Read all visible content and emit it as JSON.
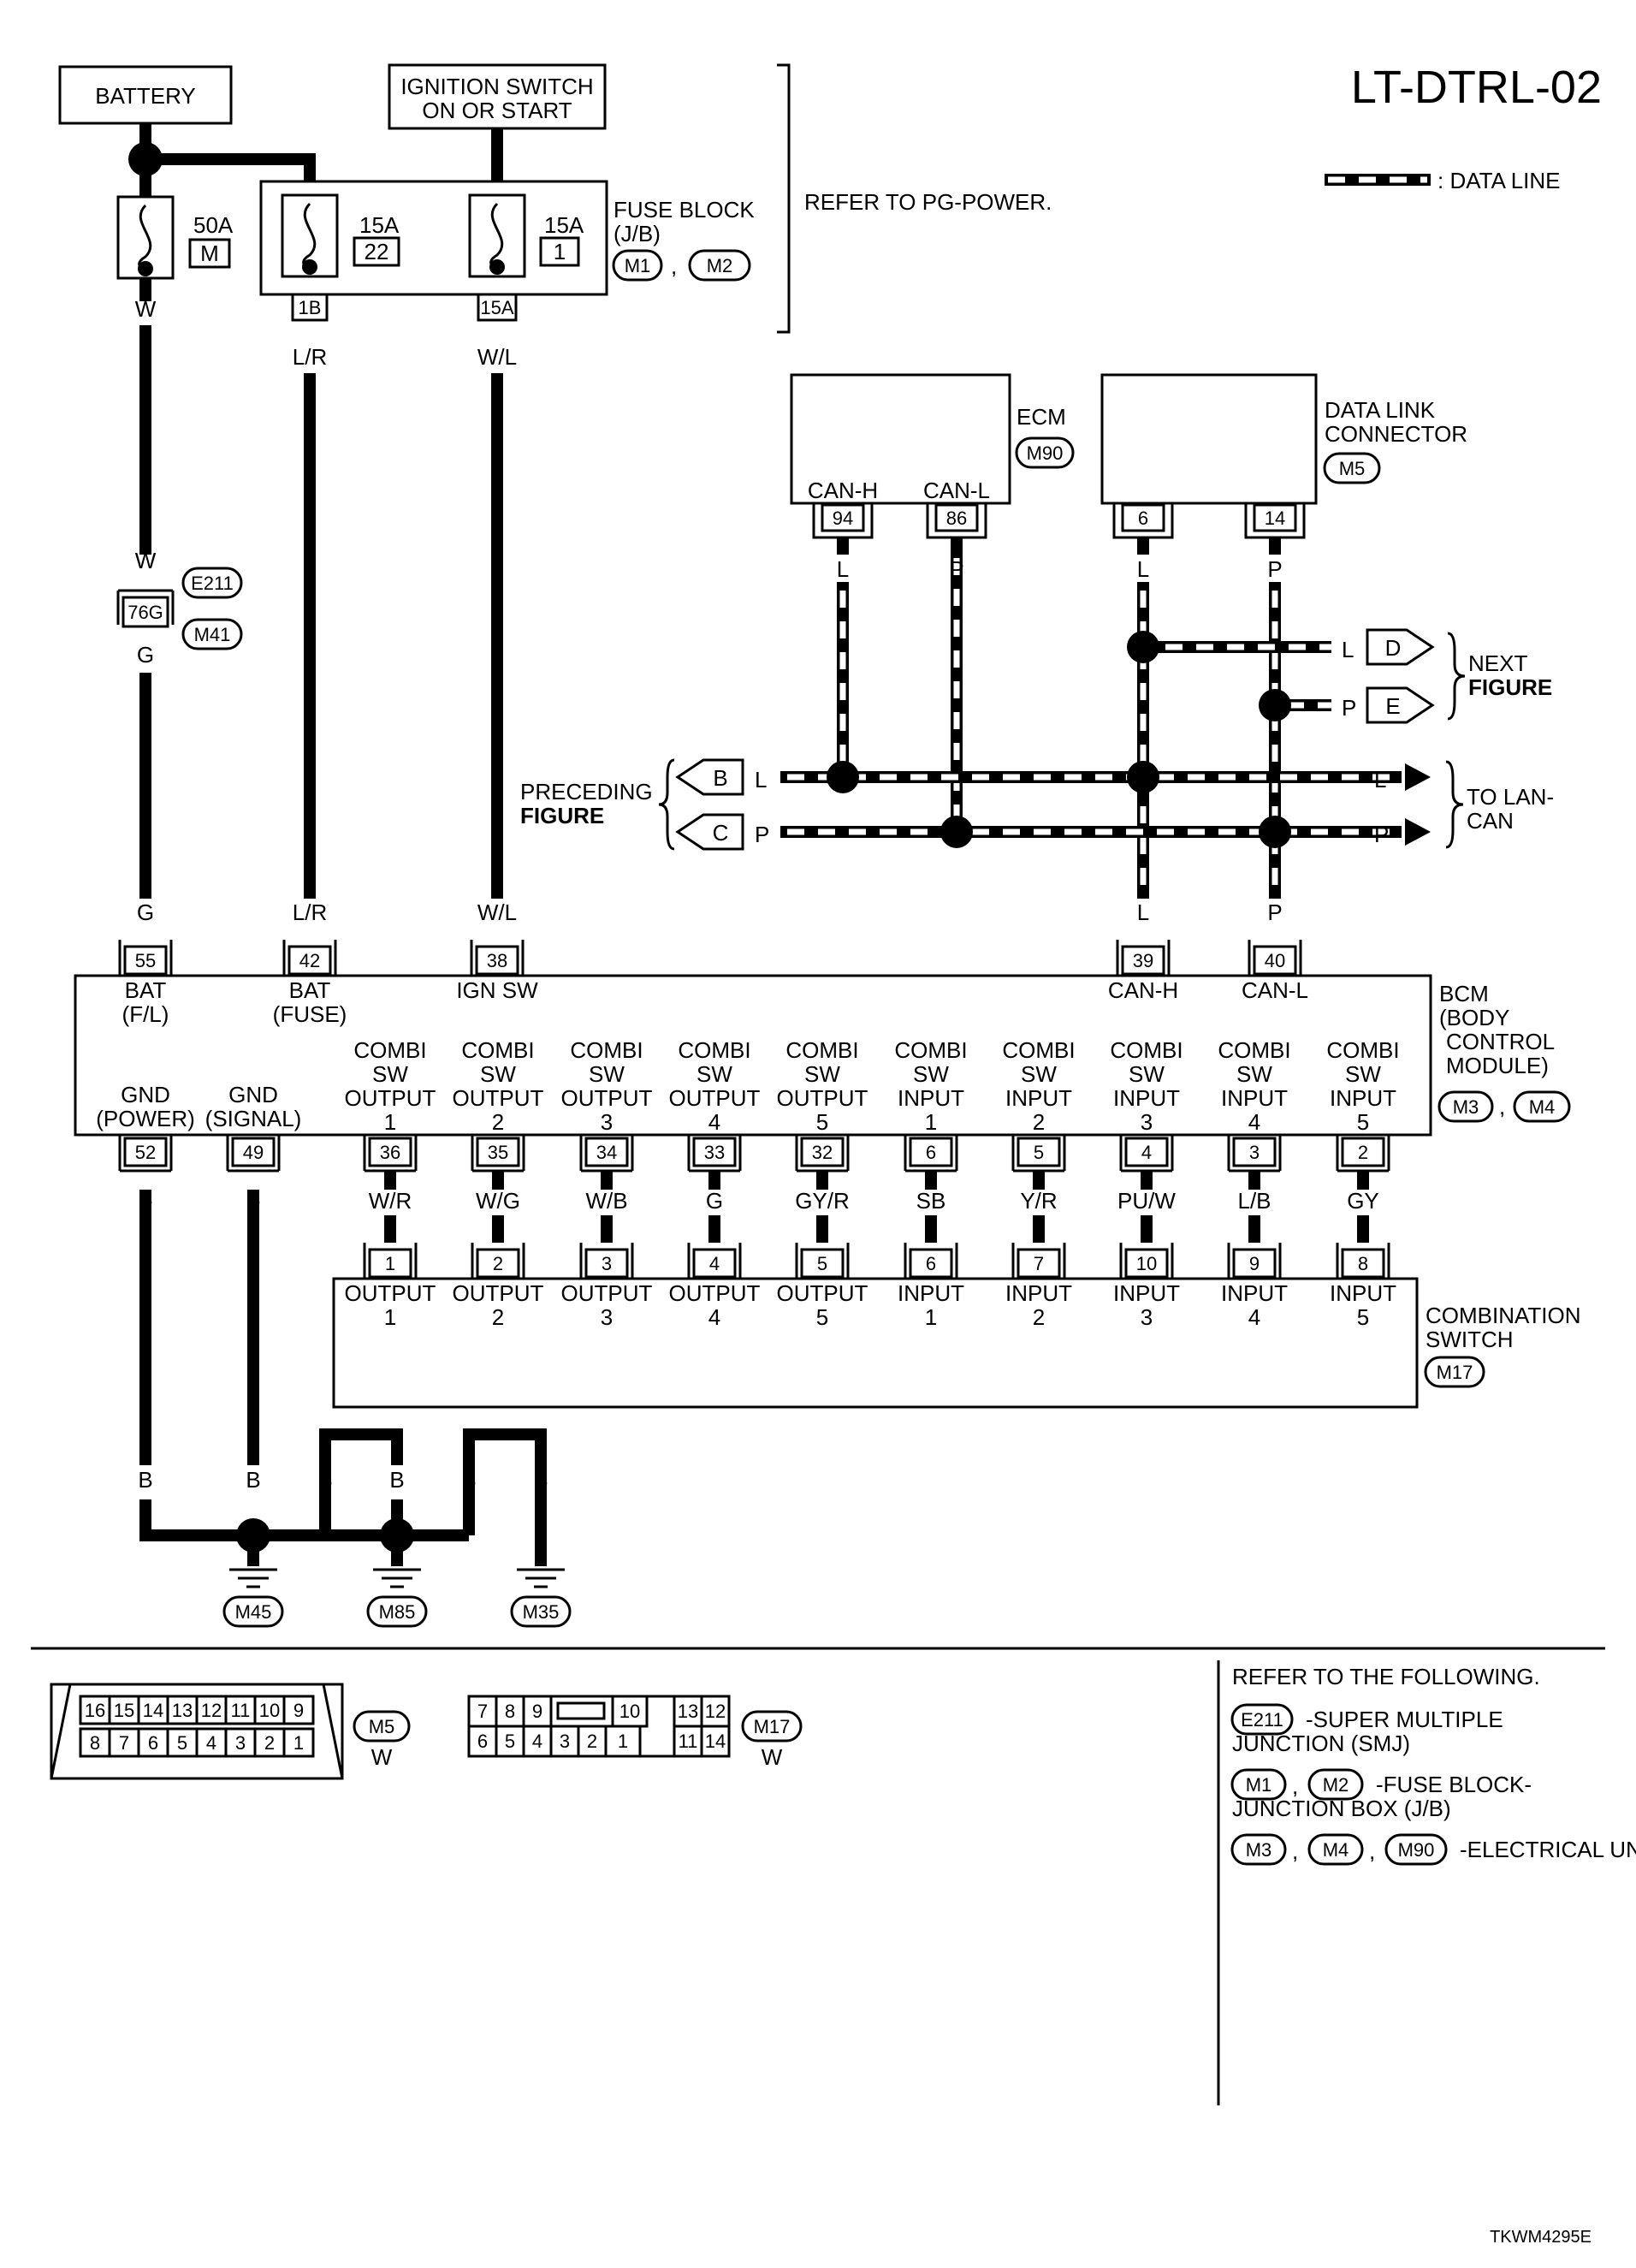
{
  "page_id": "LT-DTRL-02",
  "footer_code": "TKWM4295E",
  "legend": {
    "data_line": ": DATA LINE"
  },
  "battery": "BATTERY",
  "ignition": [
    "IGNITION SWITCH",
    "ON OR START"
  ],
  "fuse_block": {
    "label": [
      "FUSE BLOCK",
      "(J/B)"
    ],
    "connectors": [
      "M1",
      "M2"
    ],
    "refer": "REFER TO PG-POWER."
  },
  "fuses": [
    {
      "amp": "50A",
      "id": "M"
    },
    {
      "amp": "15A",
      "id": "22",
      "term": "1B"
    },
    {
      "amp": "15A",
      "id": "1",
      "term": "15A"
    }
  ],
  "wire_colors": {
    "w": "W",
    "lr": "L/R",
    "wl": "W/L",
    "g": "G",
    "l": "L",
    "p": "P",
    "b": "B"
  },
  "smj": {
    "terminal": "76G",
    "connectors": [
      "E211",
      "M41"
    ]
  },
  "ecm": {
    "label": "ECM",
    "connector": "M90",
    "pins": [
      {
        "name": "CAN-H",
        "num": "94"
      },
      {
        "name": "CAN-L",
        "num": "86"
      }
    ]
  },
  "dlc": {
    "label": [
      "DATA LINK",
      "CONNECTOR"
    ],
    "connector": "M5",
    "pins": [
      "6",
      "14"
    ]
  },
  "next_figure": {
    "refs": [
      "D",
      "E"
    ],
    "label": [
      "NEXT",
      "FIGURE"
    ]
  },
  "preceding_figure": {
    "refs": [
      "B",
      "C"
    ],
    "label": [
      "PRECEDING",
      "FIGURE"
    ]
  },
  "to_lan": [
    "TO LAN-",
    "CAN"
  ],
  "bcm": {
    "label": [
      "BCM",
      "(BODY",
      "CONTROL",
      "MODULE)"
    ],
    "connectors": [
      "M3",
      "M4"
    ],
    "top_pins": [
      {
        "num": "55",
        "name": [
          "BAT",
          "(F/L)"
        ]
      },
      {
        "num": "42",
        "name": [
          "BAT",
          "(FUSE)"
        ]
      },
      {
        "num": "38",
        "name": [
          "IGN SW"
        ]
      },
      {
        "num": "39",
        "name": [
          "CAN-H"
        ]
      },
      {
        "num": "40",
        "name": [
          "CAN-L"
        ]
      }
    ],
    "gnd_pins": [
      {
        "num": "52",
        "name": [
          "GND",
          "(POWER)"
        ]
      },
      {
        "num": "49",
        "name": [
          "GND",
          "(SIGNAL)"
        ]
      }
    ],
    "combi_pins": [
      {
        "num": "36",
        "name": [
          "COMBI",
          "SW",
          "OUTPUT",
          "1"
        ],
        "color": "W/R",
        "sw": "1",
        "swname": [
          "OUTPUT",
          "1"
        ]
      },
      {
        "num": "35",
        "name": [
          "COMBI",
          "SW",
          "OUTPUT",
          "2"
        ],
        "color": "W/G",
        "sw": "2",
        "swname": [
          "OUTPUT",
          "2"
        ]
      },
      {
        "num": "34",
        "name": [
          "COMBI",
          "SW",
          "OUTPUT",
          "3"
        ],
        "color": "W/B",
        "sw": "3",
        "swname": [
          "OUTPUT",
          "3"
        ]
      },
      {
        "num": "33",
        "name": [
          "COMBI",
          "SW",
          "OUTPUT",
          "4"
        ],
        "color": "G",
        "sw": "4",
        "swname": [
          "OUTPUT",
          "4"
        ]
      },
      {
        "num": "32",
        "name": [
          "COMBI",
          "SW",
          "OUTPUT",
          "5"
        ],
        "color": "GY/R",
        "sw": "5",
        "swname": [
          "OUTPUT",
          "5"
        ]
      },
      {
        "num": "6",
        "name": [
          "COMBI",
          "SW",
          "INPUT",
          "1"
        ],
        "color": "SB",
        "sw": "6",
        "swname": [
          "INPUT",
          "1"
        ]
      },
      {
        "num": "5",
        "name": [
          "COMBI",
          "SW",
          "INPUT",
          "2"
        ],
        "color": "Y/R",
        "sw": "7",
        "swname": [
          "INPUT",
          "2"
        ]
      },
      {
        "num": "4",
        "name": [
          "COMBI",
          "SW",
          "INPUT",
          "3"
        ],
        "color": "PU/W",
        "sw": "10",
        "swname": [
          "INPUT",
          "3"
        ]
      },
      {
        "num": "3",
        "name": [
          "COMBI",
          "SW",
          "INPUT",
          "4"
        ],
        "color": "L/B",
        "sw": "9",
        "swname": [
          "INPUT",
          "4"
        ]
      },
      {
        "num": "2",
        "name": [
          "COMBI",
          "SW",
          "INPUT",
          "5"
        ],
        "color": "GY",
        "sw": "8",
        "swname": [
          "INPUT",
          "5"
        ]
      }
    ]
  },
  "combination_switch": {
    "label": [
      "COMBINATION",
      "SWITCH"
    ],
    "connector": "M17"
  },
  "grounds": [
    "M45",
    "M85",
    "M35"
  ],
  "connector_views": [
    {
      "id": "M5",
      "color": "W",
      "top": [
        "16",
        "15",
        "14",
        "13",
        "12",
        "11",
        "10",
        "9"
      ],
      "bottom": [
        "8",
        "7",
        "6",
        "5",
        "4",
        "3",
        "2",
        "1"
      ]
    },
    {
      "id": "M17",
      "color": "W",
      "top": [
        "7",
        "8",
        "9",
        "10",
        "13",
        "12"
      ],
      "bottom": [
        "6",
        "5",
        "4",
        "3",
        "2",
        "1",
        "11",
        "14"
      ]
    }
  ],
  "refer_list": {
    "title": "REFER TO THE FOLLOWING.",
    "items": [
      {
        "connectors": [
          "E211"
        ],
        "desc": [
          "-SUPER MULTIPLE",
          "JUNCTION (SMJ)"
        ]
      },
      {
        "connectors": [
          "M1",
          "M2"
        ],
        "desc": [
          "-FUSE BLOCK-",
          "JUNCTION BOX (J/B)"
        ]
      },
      {
        "connectors": [
          "M3",
          "M4",
          "M90"
        ],
        "desc": [
          "-ELECTRICAL UNITS"
        ]
      }
    ]
  }
}
